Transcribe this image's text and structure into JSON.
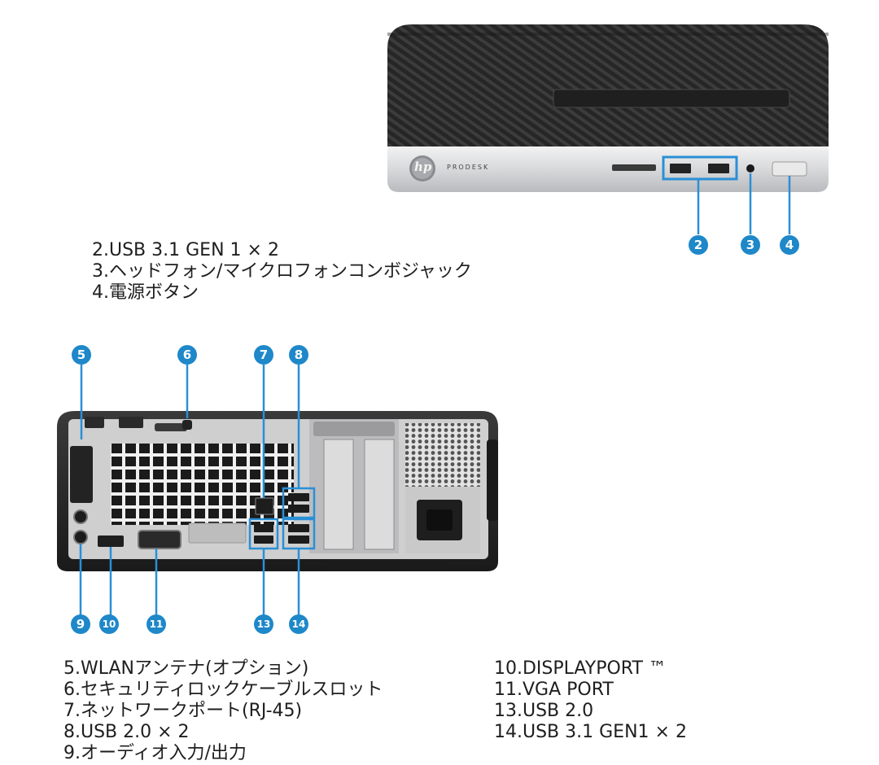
{
  "front": {
    "brand_logo": "hp",
    "model_label": "PRODESK",
    "callouts": [
      {
        "number": "2"
      },
      {
        "number": "3"
      },
      {
        "number": "4"
      }
    ],
    "descriptions": [
      "2.USB 3.1 GEN 1 × 2",
      "3.ヘッドフォン/マイクロフォンコンボジャック",
      "4.電源ボタン"
    ]
  },
  "rear": {
    "callouts_top": [
      {
        "number": "5"
      },
      {
        "number": "6"
      },
      {
        "number": "7"
      },
      {
        "number": "8"
      }
    ],
    "callouts_bottom": [
      {
        "number": "9"
      },
      {
        "number": "10"
      },
      {
        "number": "11"
      },
      {
        "number": "13"
      },
      {
        "number": "14"
      }
    ],
    "descriptions_left": [
      "5.WLANアンテナ(オプション)",
      "6.セキュリティロックケーブルスロット",
      "7.ネットワークポート(RJ-45)",
      "8.USB 2.0 × 2",
      "9.オーディオ入力/出力"
    ],
    "descriptions_right": [
      "10.DISPLAYPORT ™",
      "11.VGA PORT",
      "13.USB 2.0",
      "14.USB 3.1 GEN1 × 2"
    ]
  },
  "colors": {
    "callout_blue": "#1e88c9",
    "highlight_blue": "#2a8fd6",
    "chassis_dark": "#2b2b2b",
    "chassis_silver": "#d9dadc"
  }
}
